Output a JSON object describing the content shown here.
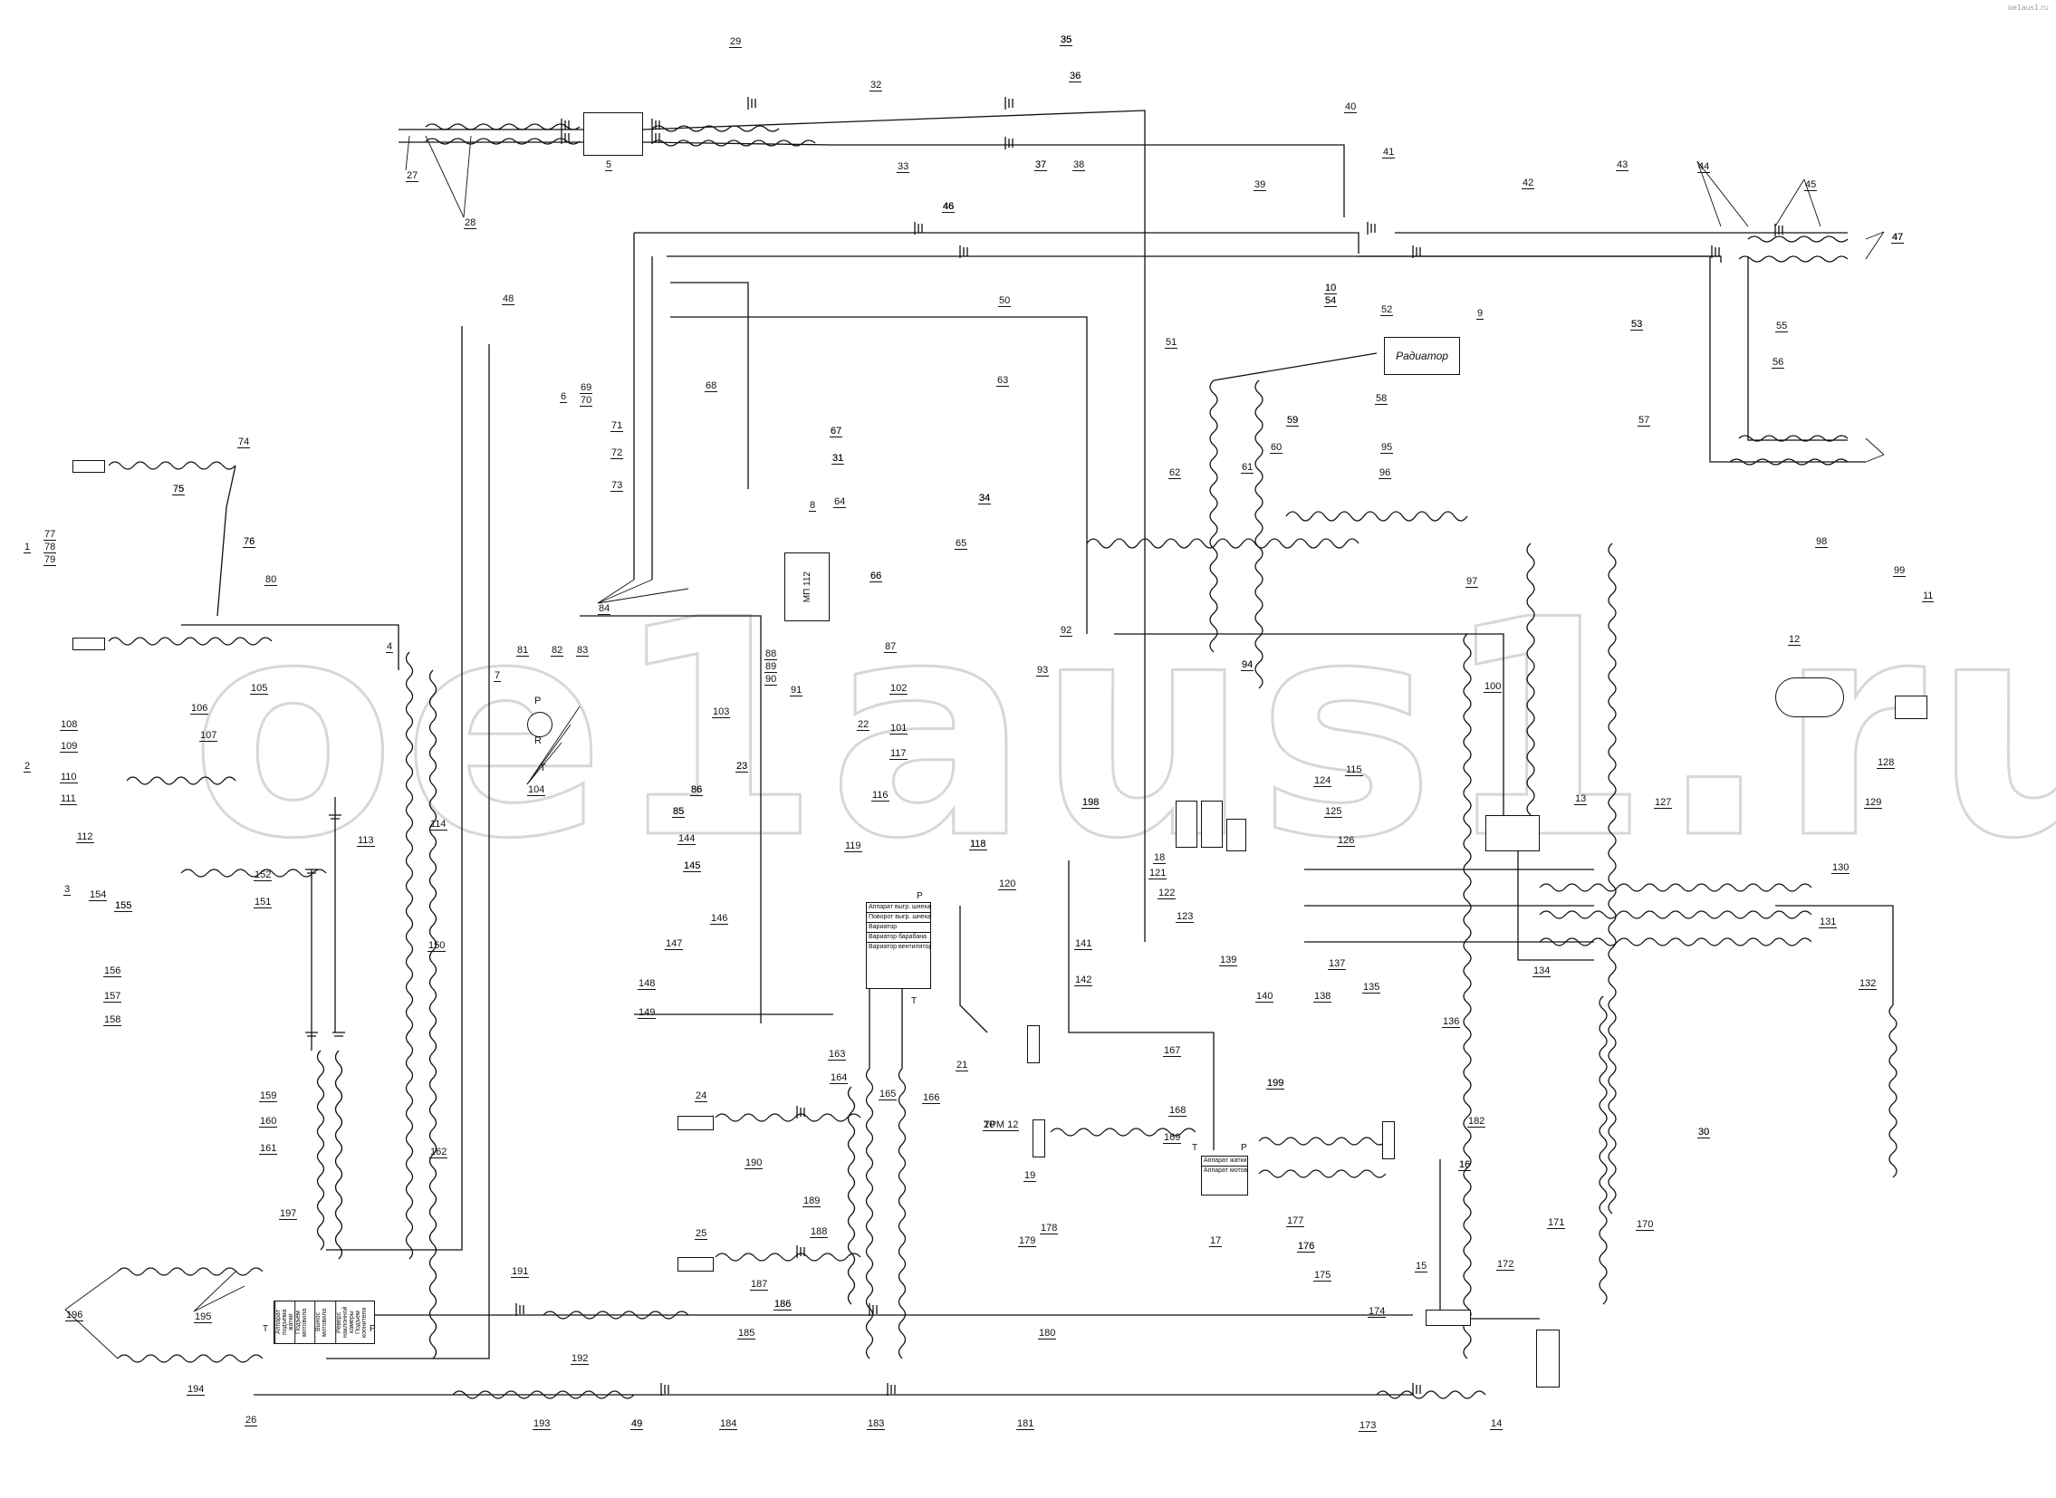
{
  "watermark": "oe1aus1.ru",
  "corner_mark": "oe1aus1.ru",
  "components": {
    "radiator": "Радиатор",
    "valve_mp": "МП 112",
    "valve_ports": {
      "p": "P",
      "r": "R",
      "t": "T"
    },
    "block_main": [
      "Аппарат выгр. шнека",
      "Поворот выгр. шнека",
      "Вариатор",
      "Вариатор барабана",
      "Вариатор вентилятора"
    ],
    "block_main_p": "P",
    "block_main_t": "T",
    "block_right": [
      "Аппарат жатки",
      "Аппарат мотовила"
    ],
    "block_right_t": "T",
    "block_right_p": "P",
    "block_bottom": [
      "Аппарат подъема жатки",
      "Подъем мотовила",
      "Вынос мотовила",
      "Реверс наклонной камеры",
      "Подъем копнителя"
    ],
    "block_bottom_t": "T",
    "block_bottom_p": "P"
  },
  "labels": [
    "1",
    "2",
    "3",
    "4",
    "5",
    "6",
    "7",
    "8",
    "9",
    "10",
    "10",
    "11",
    "12",
    "13",
    "14",
    "15",
    "16",
    "16",
    "17",
    "18",
    "19",
    "20",
    "21",
    "22",
    "23",
    "23",
    "24",
    "25",
    "26",
    "27",
    "28",
    "29",
    "30",
    "30",
    "31",
    "31",
    "31",
    "32",
    "33",
    "34",
    "34",
    "34",
    "34",
    "35",
    "35",
    "35",
    "35",
    "35",
    "36",
    "36",
    "37",
    "37",
    "38",
    "39",
    "40",
    "41",
    "42",
    "43",
    "44",
    "45",
    "46",
    "46",
    "46",
    "46",
    "46",
    "47",
    "47",
    "47",
    "48",
    "49",
    "49",
    "50",
    "51",
    "52",
    "53",
    "53",
    "54",
    "54",
    "55",
    "56",
    "57",
    "58",
    "59",
    "59",
    "60",
    "61",
    "62",
    "63",
    "64",
    "65",
    "66",
    "66",
    "67",
    "67",
    "68",
    "69",
    "70",
    "71",
    "72",
    "73",
    "74",
    "75",
    "75",
    "75",
    "76",
    "76",
    "77",
    "78",
    "79",
    "80",
    "81",
    "82",
    "83",
    "84",
    "85",
    "85",
    "85",
    "86",
    "86",
    "86",
    "87",
    "88",
    "89",
    "90",
    "91",
    "92",
    "93",
    "94",
    "94",
    "95",
    "96",
    "97",
    "98",
    "99",
    "100",
    "101",
    "102",
    "103",
    "104",
    "105",
    "106",
    "107",
    "108",
    "109",
    "110",
    "111",
    "112",
    "113",
    "114",
    "115",
    "116",
    "117",
    "118",
    "118",
    "119",
    "120",
    "121",
    "122",
    "123",
    "124",
    "125",
    "126",
    "127",
    "128",
    "129",
    "130",
    "131",
    "132",
    "134",
    "135",
    "136",
    "137",
    "138",
    "139",
    "140",
    "141",
    "142",
    "144",
    "145",
    "145",
    "146",
    "147",
    "148",
    "149",
    "150",
    "151",
    "152",
    "154",
    "155",
    "155",
    "156",
    "157",
    "158",
    "159",
    "160",
    "161",
    "162",
    "163",
    "164",
    "165",
    "166",
    "167",
    "168",
    "169",
    "170",
    "171",
    "172",
    "173",
    "174",
    "175",
    "176",
    "176",
    "177",
    "178",
    "179",
    "180",
    "181",
    "182",
    "183",
    "184",
    "185",
    "186",
    "186",
    "187",
    "188",
    "189",
    "190",
    "191",
    "192",
    "193",
    "194",
    "195",
    "196",
    "197",
    "198",
    "198",
    "199",
    "199",
    "ТРМ 12"
  ]
}
